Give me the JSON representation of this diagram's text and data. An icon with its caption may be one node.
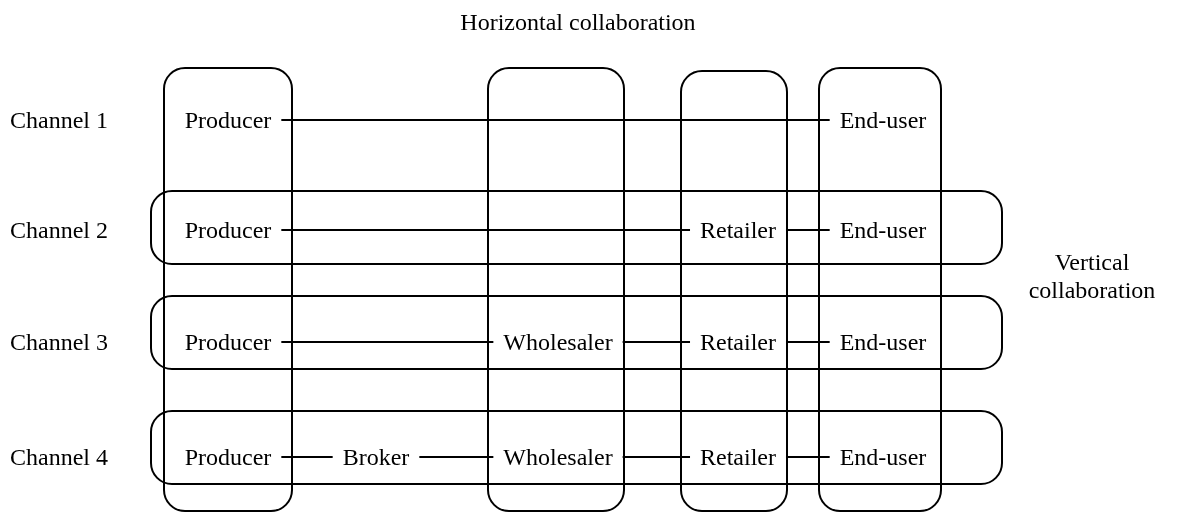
{
  "diagram": {
    "nodes": [
      {
        "text": [
          "Producer"
        ]
      },
      {
        "text": [
          "End-user"
        ]
      },
      {
        "text": [
          "Producer"
        ]
      },
      {
        "text": [
          "Retailer"
        ]
      },
      {
        "text": [
          "End-user"
        ]
      },
      {
        "text": [
          "Producer"
        ]
      },
      {
        "text": [
          "Wholesaler"
        ]
      },
      {
        "text": [
          "Retailer"
        ]
      },
      {
        "text": [
          "End-user"
        ]
      },
      {
        "text": [
          "Producer"
        ]
      },
      {
        "text": [
          "Broker"
        ]
      },
      {
        "text": [
          "Wholesaler"
        ]
      },
      {
        "text": [
          "Retailer"
        ]
      },
      {
        "text": [
          "End-user"
        ]
      }
    ],
    "edges": [
      {
        "from": 0,
        "to": 1,
        "arrow": "none"
      },
      {
        "from": 2,
        "to": 3,
        "arrow": "none"
      },
      {
        "from": 3,
        "to": 4,
        "arrow": "none"
      },
      {
        "from": 5,
        "to": 6,
        "arrow": "none"
      },
      {
        "from": 6,
        "to": 7,
        "arrow": "none"
      },
      {
        "from": 7,
        "to": 8,
        "arrow": "none"
      },
      {
        "from": 9,
        "to": 10,
        "arrow": "none"
      },
      {
        "from": 10,
        "to": 11,
        "arrow": "none"
      },
      {
        "from": 11,
        "to": 12,
        "arrow": "none"
      },
      {
        "from": 12,
        "to": 13,
        "arrow": "none"
      }
    ],
    "labels": [
      "Horizontal collaboration",
      "Channel 1",
      "Channel 2",
      "Vertical collaboration",
      "Channel 3",
      "Channel 4"
    ]
  }
}
